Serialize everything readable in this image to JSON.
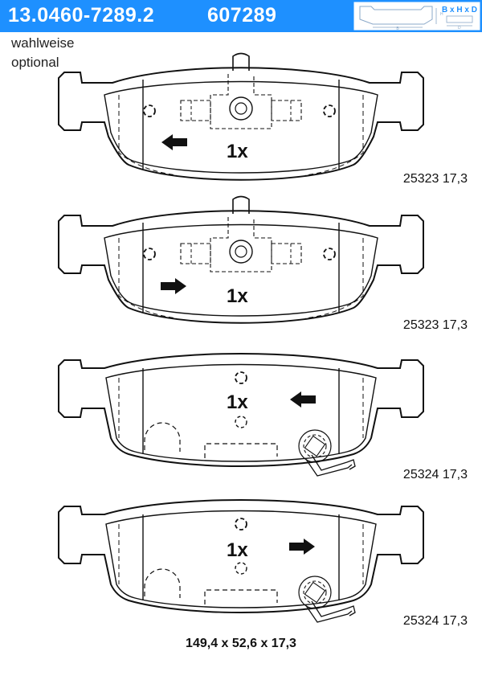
{
  "header": {
    "article_number": "13.0460-7289.2",
    "ref_number": "607289",
    "dims_icon_label": "B x H x D",
    "icon": "pad-dimension-icon",
    "bg_color": "#1e90ff"
  },
  "notes": {
    "line1": "wahlweise",
    "line2": "optional"
  },
  "pads": [
    {
      "type": "upper",
      "quantity": "1x",
      "arrow_direction": "left",
      "code": "25323 17,3"
    },
    {
      "type": "upper",
      "quantity": "1x",
      "arrow_direction": "right",
      "code": "25323 17,3"
    },
    {
      "type": "lower",
      "quantity": "1x",
      "arrow_direction": "left",
      "code": "25324 17,3"
    },
    {
      "type": "lower",
      "quantity": "1x",
      "arrow_direction": "right",
      "code": "25324 17,3"
    }
  ],
  "dimensions": "149,4 x 52,6 x 17,3"
}
